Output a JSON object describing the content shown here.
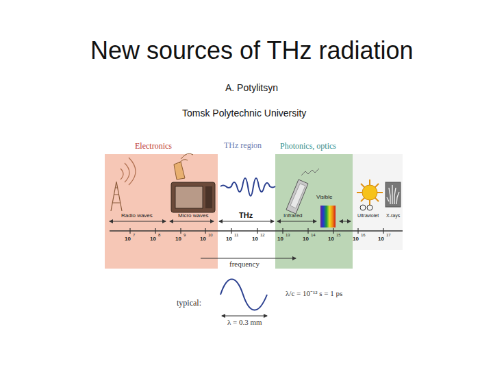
{
  "diagram": {
    "title": "New sources of THz radiation",
    "nodes": [
      {
        "text": [
          "Electronics"
        ]
      },
      {
        "text": [
          "Photonics, optics"
        ]
      }
    ],
    "labels": [
      "A. Potylitsyn",
      "Tomsk Polytechnic University",
      "THz region",
      "Radio waves",
      "Micro waves",
      "THz",
      "Infrared",
      "Visible",
      "Ultraviolet",
      "X-rays",
      "10",
      "7",
      "10",
      "8",
      "10",
      "9",
      "10",
      "10",
      "10",
      "11",
      "10",
      "12",
      "10",
      "13",
      "10",
      "14",
      "10",
      "15",
      "10",
      "16",
      "10",
      "17",
      "frequency",
      "typical:",
      "λ/c = 10⁻¹² s = 1 ps",
      "λ = 0.3 mm"
    ]
  }
}
